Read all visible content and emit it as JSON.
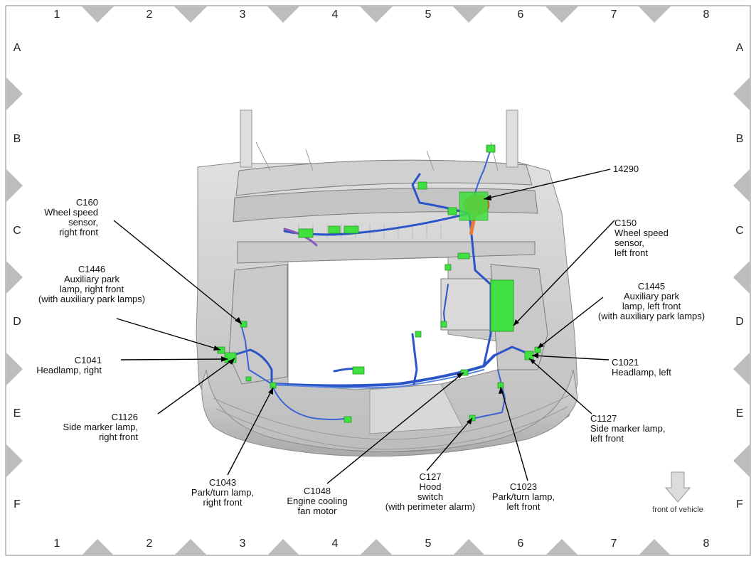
{
  "grid": {
    "columns": [
      "1",
      "2",
      "3",
      "4",
      "5",
      "6",
      "7",
      "8"
    ],
    "rows": [
      "A",
      "B",
      "C",
      "D",
      "E",
      "F"
    ]
  },
  "callouts": {
    "c14290": "14290",
    "c160": "C160\nWheel speed\nsensor,\nright front",
    "c1446": "C1446\nAuxiliary park\nlamp, right front\n(with auxiliary park lamps)",
    "c1041": "C1041\nHeadlamp, right",
    "c1126": "C1126\nSide marker lamp,\nright front",
    "c1043": "C1043\nPark/turn lamp,\nright front",
    "c1048": "C1048\nEngine cooling\nfan motor",
    "c127": "C127\nHood\nswitch\n(with perimeter alarm)",
    "c1023": "C1023\nPark/turn lamp,\nleft front",
    "c1127": "C1127\nSide marker lamp,\nleft front",
    "c1021": "C1021\nHeadlamp, left",
    "c1445": "C1445\nAuxiliary park\nlamp, left front\n(with auxiliary park lamps)",
    "c150": "C150\nWheel speed\nsensor,\nleft front"
  },
  "front_of_vehicle": "front of vehicle",
  "colors": {
    "connector": "#3fe03f",
    "harness": "#2a54c8",
    "harness_light": "#5a86e0",
    "module_orange": "#e87a3a",
    "purple_wire": "#8a5ab8",
    "body_gray": "#d4d4d4",
    "triangle_gray": "#bdbdbd"
  },
  "icons": [
    "arrow-down-icon"
  ]
}
